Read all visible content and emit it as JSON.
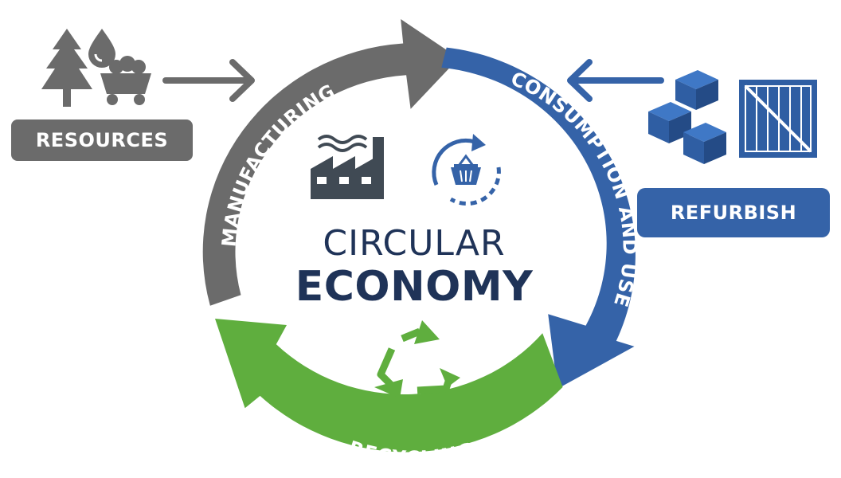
{
  "title": {
    "line1": "CIRCULAR",
    "line2": "ECONOMY"
  },
  "stages": {
    "manufacturing": "MANUFACTURING",
    "consumption": "CONSUMPTION AND USE",
    "recycling": "RECYCLING"
  },
  "inputs": {
    "resources": "RESOURCES",
    "refurbish": "REFURBISH"
  },
  "colors": {
    "manufacturing": "#6b6b6b",
    "consumption": "#3563a8",
    "recycling": "#5fae3e",
    "title": "#1f3358"
  },
  "icons": [
    "tree-icon",
    "water-drop-icon",
    "mine-cart-icon",
    "factory-icon",
    "shopping-basket-cycle-icon",
    "recycle-icon",
    "boxes-icon",
    "crate-icon"
  ]
}
